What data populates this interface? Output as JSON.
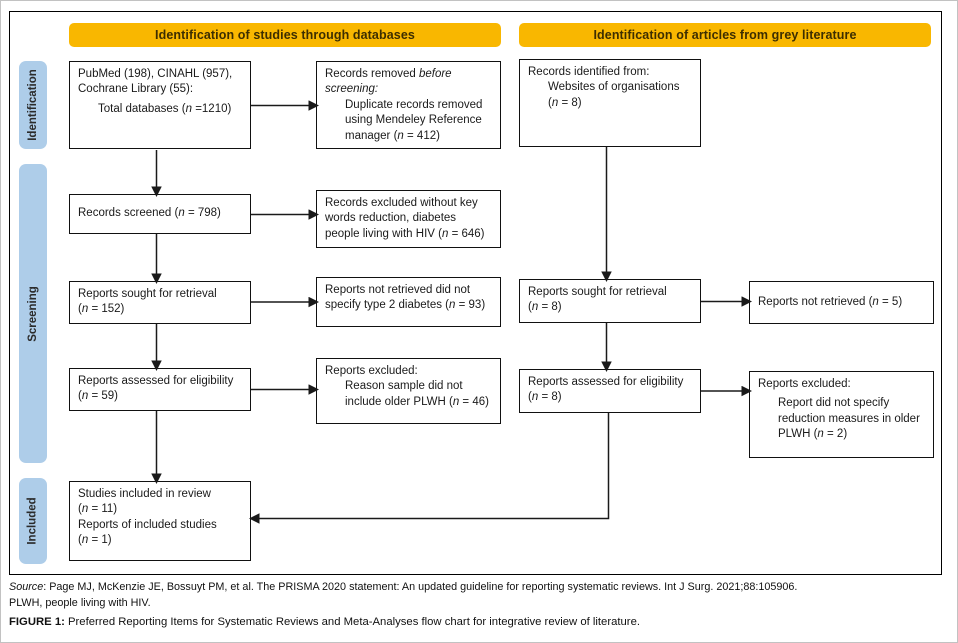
{
  "colors": {
    "banner_bg": "#F9B700",
    "banner_text": "#3D2E00",
    "sidebar_bg": "#AECDE9",
    "box_border": "#111111"
  },
  "header": {
    "left_banner": "Identification of studies through databases",
    "right_banner": "Identification of articles from grey literature"
  },
  "sidebar": {
    "items": [
      {
        "label": "Identification"
      },
      {
        "label": "Screening"
      },
      {
        "label": "Included"
      }
    ]
  },
  "boxes": {
    "databases": {
      "line1": "PubMed (198), CINAHL (957),",
      "line2": "Cochrane Library (55):",
      "line3": "Total databases (n =1210)"
    },
    "records_removed": {
      "lead": "Records removed ",
      "lead_italic": "before screening:",
      "detail": "Duplicate records removed using Mendeley Reference manager (n = 412)"
    },
    "grey_identified": {
      "line1": "Records identified from:",
      "line2": "Websites of organisations",
      "line3": "(n = 8)"
    },
    "records_screened": {
      "text": "Records screened (n = 798)"
    },
    "records_excluded": {
      "text": "Records excluded without key words reduction, diabetes people living with HIV (n = 646)"
    },
    "reports_sought_db": {
      "line1": "Reports sought for retrieval",
      "line2": "(n = 152)"
    },
    "reports_not_retrieved_db": {
      "text": "Reports not retrieved did not specify type 2 diabetes (n = 93)"
    },
    "reports_assessed_db": {
      "line1": "Reports assessed for eligibility",
      "line2": "(n = 59)"
    },
    "reports_excluded_db": {
      "lead": "Reports excluded:",
      "detail": "Reason sample did not include older PLWH (n = 46)"
    },
    "included": {
      "line1": "Studies included in review",
      "line2": "(n = 11)",
      "line3": "Reports of included studies",
      "line4": "(n = 1)"
    },
    "reports_sought_grey": {
      "line1": "Reports sought for retrieval",
      "line2": "(n = 8)"
    },
    "reports_not_retrieved_grey": {
      "text": "Reports not retrieved (n = 5)"
    },
    "reports_assessed_grey": {
      "line1": "Reports assessed for eligibility",
      "line2": "(n = 8)"
    },
    "reports_excluded_grey": {
      "lead": "Reports excluded:",
      "detail": "Report did not specify reduction measures in older PLWH (n = 2)"
    }
  },
  "footer": {
    "source_label": "Source",
    "source_text": ": Page MJ, McKenzie JE, Bossuyt PM, et al. The PRISMA 2020 statement: An updated guideline for reporting systematic reviews. Int J Surg. 2021;88:105906.",
    "abbrev_text": "PLWH, people living with HIV.",
    "figure_label": "FIGURE 1:",
    "figure_text": " Preferred Reporting Items for Systematic Reviews and Meta-Analyses flow chart for integrative review of literature."
  }
}
